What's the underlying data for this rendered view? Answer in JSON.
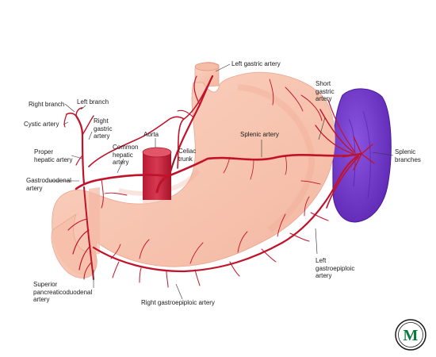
{
  "labels": {
    "left_gastric_artery": "Left gastric artery",
    "short_gastric_artery": [
      "Short",
      "gastric",
      "artery"
    ],
    "right_branch": "Right branch",
    "left_branch": "Left branch",
    "cystic_artery": "Cystic artery",
    "right_gastric_artery": [
      "Right",
      "gastric",
      "artery"
    ],
    "aorta": "Aorta",
    "celiac_trunk": [
      "Celiac",
      "trunk"
    ],
    "splenic_artery": "Splenic artery",
    "splenic_branches": [
      "Splenic",
      "branches"
    ],
    "common_hepatic_artery": [
      "Common",
      "hepatic",
      "artery"
    ],
    "proper_hepatic_artery": [
      "Proper",
      "hepatic artery"
    ],
    "gastroduodenal_artery": [
      "Gastroduodenal",
      "artery"
    ],
    "superior_pancreaticoduodenal_artery": [
      "Superior",
      "pancreaticoduodenal",
      "artery"
    ],
    "right_gastroepiploic_artery": "Right gastroepiploic artery",
    "left_gastroepiploic_artery": [
      "Left",
      "gastroepiploic",
      "artery"
    ]
  },
  "logo": {
    "letter": "M"
  },
  "colors": {
    "stomach": "#f9c7b3",
    "stomach_shade": "#f2b19b",
    "artery": "#c0132a",
    "aorta": "#c8233d",
    "aorta_top": "#e2566a",
    "spleen": "#7b3fd6",
    "spleen_dark": "#5a22b0",
    "logo_green": "#0a7a3a"
  }
}
